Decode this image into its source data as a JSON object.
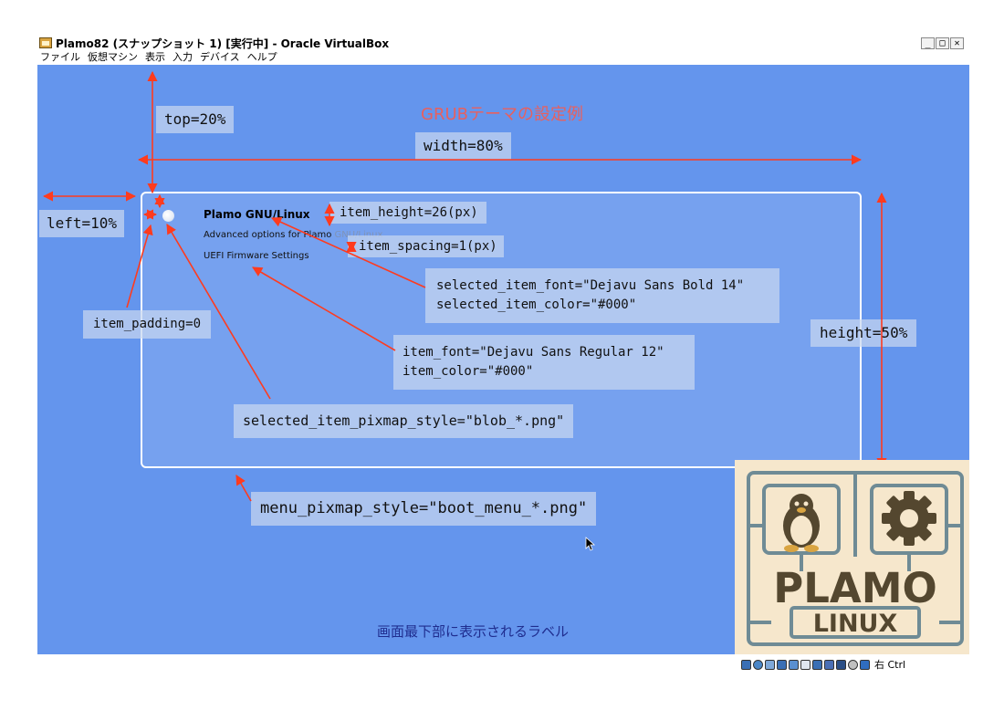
{
  "window": {
    "title": "Plamo82 (スナップショット 1) [実行中] - Oracle VirtualBox",
    "controls": {
      "minimize": "_",
      "maximize": "□",
      "close": "✕"
    }
  },
  "menubar": {
    "items": [
      {
        "label": "ファイル"
      },
      {
        "label": "仮想マシン"
      },
      {
        "label": "表示"
      },
      {
        "label": "入力"
      },
      {
        "label": "デバイス"
      },
      {
        "label": "ヘルプ"
      }
    ]
  },
  "grub": {
    "title": "GRUBテーマの設定例",
    "entries": {
      "selected": "Plamo GNU/Linux",
      "item2_prefix": "Advanced options for Plamo ",
      "item2_suffix": "GNU/Linux",
      "item3": "UEFI Firmware Settings"
    },
    "bottom_label": "画面最下部に表示されるラベル"
  },
  "annotations": {
    "top": "top=20%",
    "width": "width=80%",
    "left": "left=10%",
    "height": "height=50%",
    "item_height": "item_height=26(px)",
    "item_spacing": "item_spacing=1(px)",
    "selected_item_font": "selected_item_font=\"Dejavu Sans Bold 14\"",
    "selected_item_color": "selected_item_color=\"#000\"",
    "item_padding": "item_padding=0",
    "item_font": "item_font=\"Dejavu Sans Regular 12\"",
    "item_color": "item_color=\"#000\"",
    "selected_item_pixmap_style": "selected_item_pixmap_style=\"blob_*.png\"",
    "menu_pixmap_style": "menu_pixmap_style=\"boot_menu_*.png\""
  },
  "logo": {
    "name": "PLAMO",
    "subtitle": "LINUX"
  },
  "statusbar": {
    "icons": [
      "hard-disk-icon",
      "optical-drive-icon",
      "audio-icon",
      "network-icon",
      "usb-icon",
      "shared-folder-icon",
      "display-icon",
      "video-capture-icon",
      "cpu-icon",
      "mouse-integration-icon",
      "keyboard-capture-icon"
    ],
    "host_key": "右 Ctrl"
  },
  "colors": {
    "screen_bg": "#6495ed",
    "arrow": "#ff3b1e",
    "title": "#e8605e",
    "label_bg": "#c8d7f0",
    "logo_bg": "#f6e7cc",
    "logo_frame": "#6f8b95",
    "logo_text": "#54472f"
  }
}
